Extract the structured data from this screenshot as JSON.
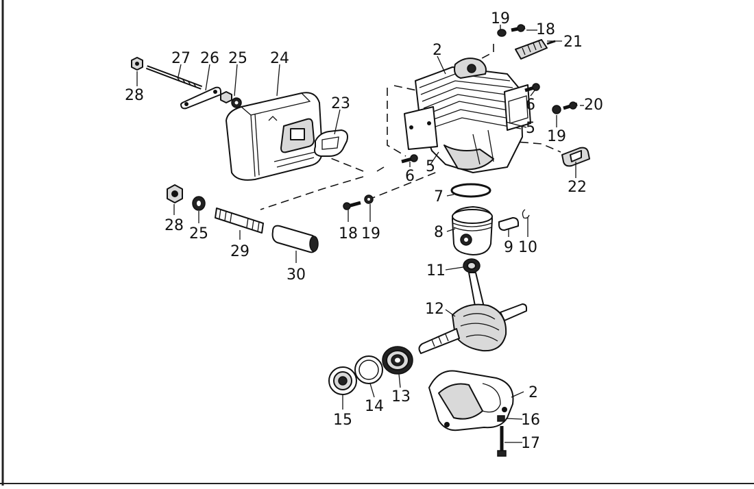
{
  "diagram": {
    "labels": {
      "p2_top": "2",
      "p2_bottom": "2",
      "p5_left": "5",
      "p5_right": "5",
      "p6_left": "6",
      "p6_right": "6",
      "p7": "7",
      "p8": "8",
      "p9": "9",
      "p10": "10",
      "p11": "11",
      "p12": "12",
      "p13": "13",
      "p14": "14",
      "p15": "15",
      "p16": "16",
      "p17": "17",
      "p18_top": "18",
      "p18_bottom": "18",
      "p19_top": "19",
      "p19_mid": "19",
      "p19_bottom": "19",
      "p20": "20",
      "p21": "21",
      "p22": "22",
      "p23": "23",
      "p24": "24",
      "p25_top": "25",
      "p25_bottom": "25",
      "p26": "26",
      "p27": "27",
      "p28_top": "28",
      "p28_bottom": "28",
      "p29": "29",
      "p30": "30"
    }
  }
}
